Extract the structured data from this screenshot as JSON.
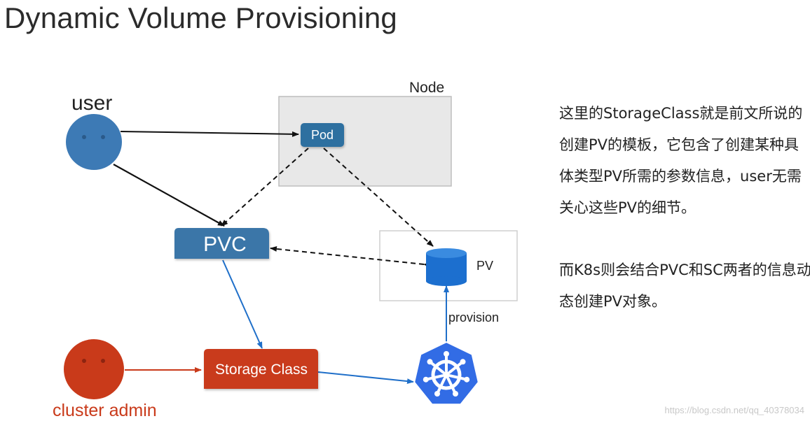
{
  "page": {
    "title": "Dynamic Volume Provisioning",
    "watermark": "https://blog.csdn.net/qq_40378034"
  },
  "diagram": {
    "user_label": "user",
    "node_label": "Node",
    "pod_label": "Pod",
    "pvc_label": "PVC",
    "pv_label": "PV",
    "provision_label": "provision",
    "storage_class_label": "Storage Class",
    "cluster_admin_label": "cluster admin"
  },
  "description": {
    "paragraph1": "这里的StorageClass就是前文所说的创建PV的模板，它包含了创建某种具体类型PV所需的参数信息，user无需关心这些PV的细节。",
    "paragraph2": "而K8s则会结合PVC和SC两者的信息动态创建PV对象。"
  },
  "colors": {
    "user": "#3d7ab5",
    "pod": "#2f6fa0",
    "pvc": "#3b76a8",
    "pv": "#1c6fcf",
    "storage_class": "#c93a1a",
    "cluster_admin": "#c93a1a",
    "kubernetes": "#326ce5",
    "node_box": "#e8e8e8"
  }
}
